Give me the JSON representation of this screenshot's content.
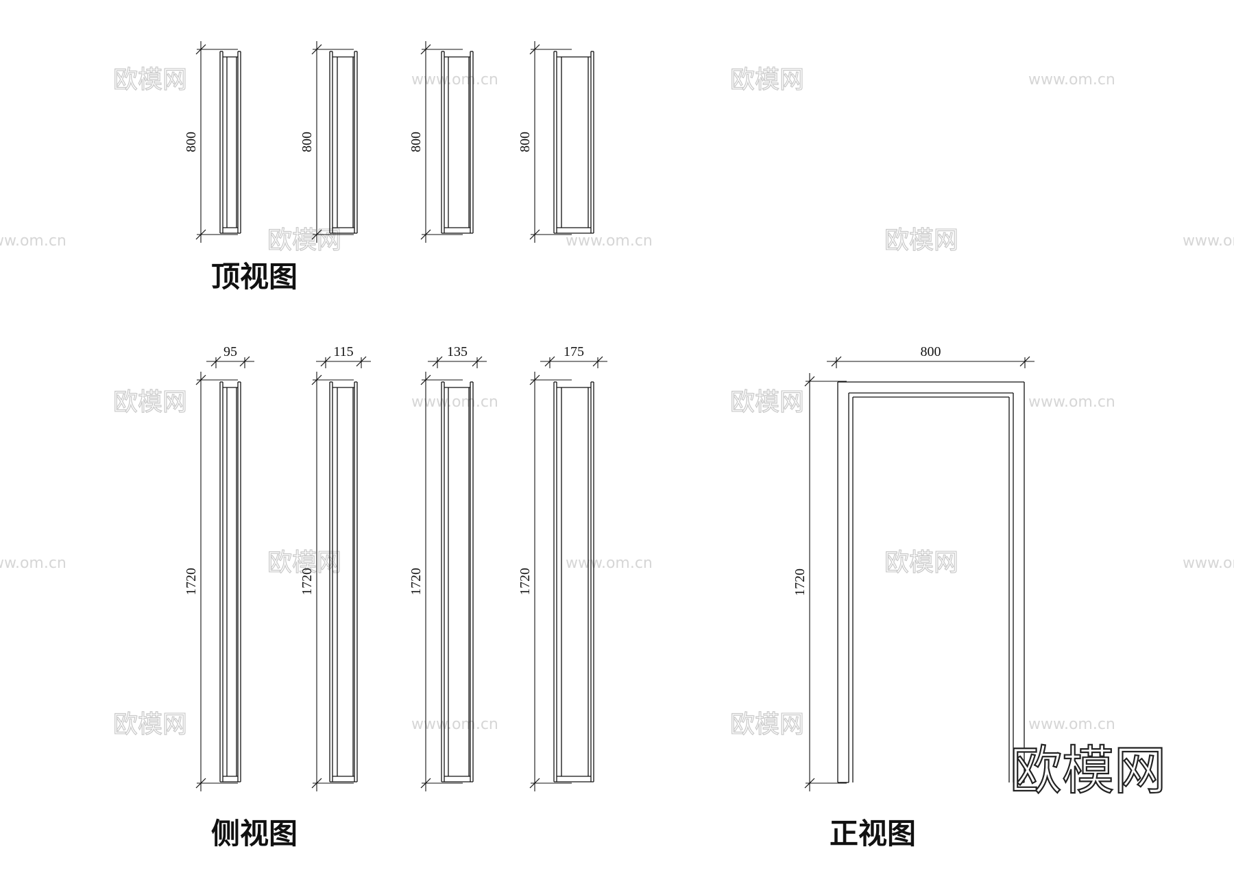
{
  "titles": {
    "top": "顶视图",
    "side": "侧视图",
    "front": "正视图"
  },
  "top_view": {
    "profiles": [
      {
        "length_label": "800"
      },
      {
        "length_label": "800"
      },
      {
        "length_label": "800"
      },
      {
        "length_label": "800"
      }
    ]
  },
  "side_view": {
    "profiles": [
      {
        "width_label": "95",
        "length_label": "1720"
      },
      {
        "width_label": "115",
        "length_label": "1720"
      },
      {
        "width_label": "135",
        "length_label": "1720"
      },
      {
        "width_label": "175",
        "length_label": "1720"
      }
    ]
  },
  "front_view": {
    "width_label": "800",
    "height_label": "1720"
  },
  "watermark": {
    "brand": "欧模网",
    "url": "www.om.cn"
  },
  "logo": {
    "text": "欧模网"
  },
  "colors": {
    "line": "#111111",
    "watermark": "#c8c8c8",
    "background": "#ffffff"
  }
}
